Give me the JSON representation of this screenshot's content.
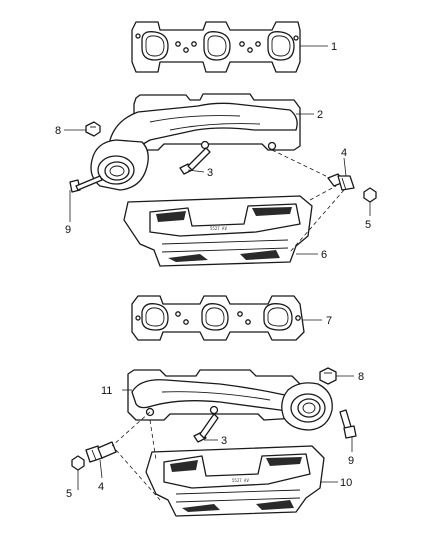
{
  "callouts": {
    "c1": "1",
    "c2": "2",
    "c3a": "3",
    "c4a": "4",
    "c5a": "5",
    "c6": "6",
    "c7": "7",
    "c8a": "8",
    "c9a": "9",
    "c11": "11",
    "c8b": "8",
    "c3b": "3",
    "c9b": "9",
    "c5b": "5",
    "c4b": "4",
    "c10": "10"
  },
  "colors": {
    "line": "#1a1a1a",
    "background": "#ffffff"
  }
}
